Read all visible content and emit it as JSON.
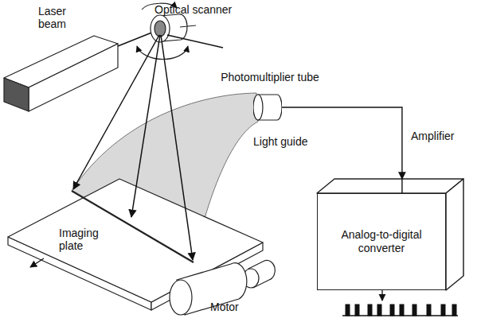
{
  "diagram": {
    "nodes": [
      {
        "text": [
          "Photomultiplier tube"
        ]
      },
      {
        "text": [
          "Analog-to-digital converter"
        ]
      }
    ],
    "edges": [
      {
        "from": 0,
        "to": 1,
        "arrow": "to"
      }
    ],
    "labels": [
      "Optical scanner",
      "Laser beam",
      "Light guide",
      "Amplifier",
      "Imaging plate",
      "Motor"
    ]
  }
}
